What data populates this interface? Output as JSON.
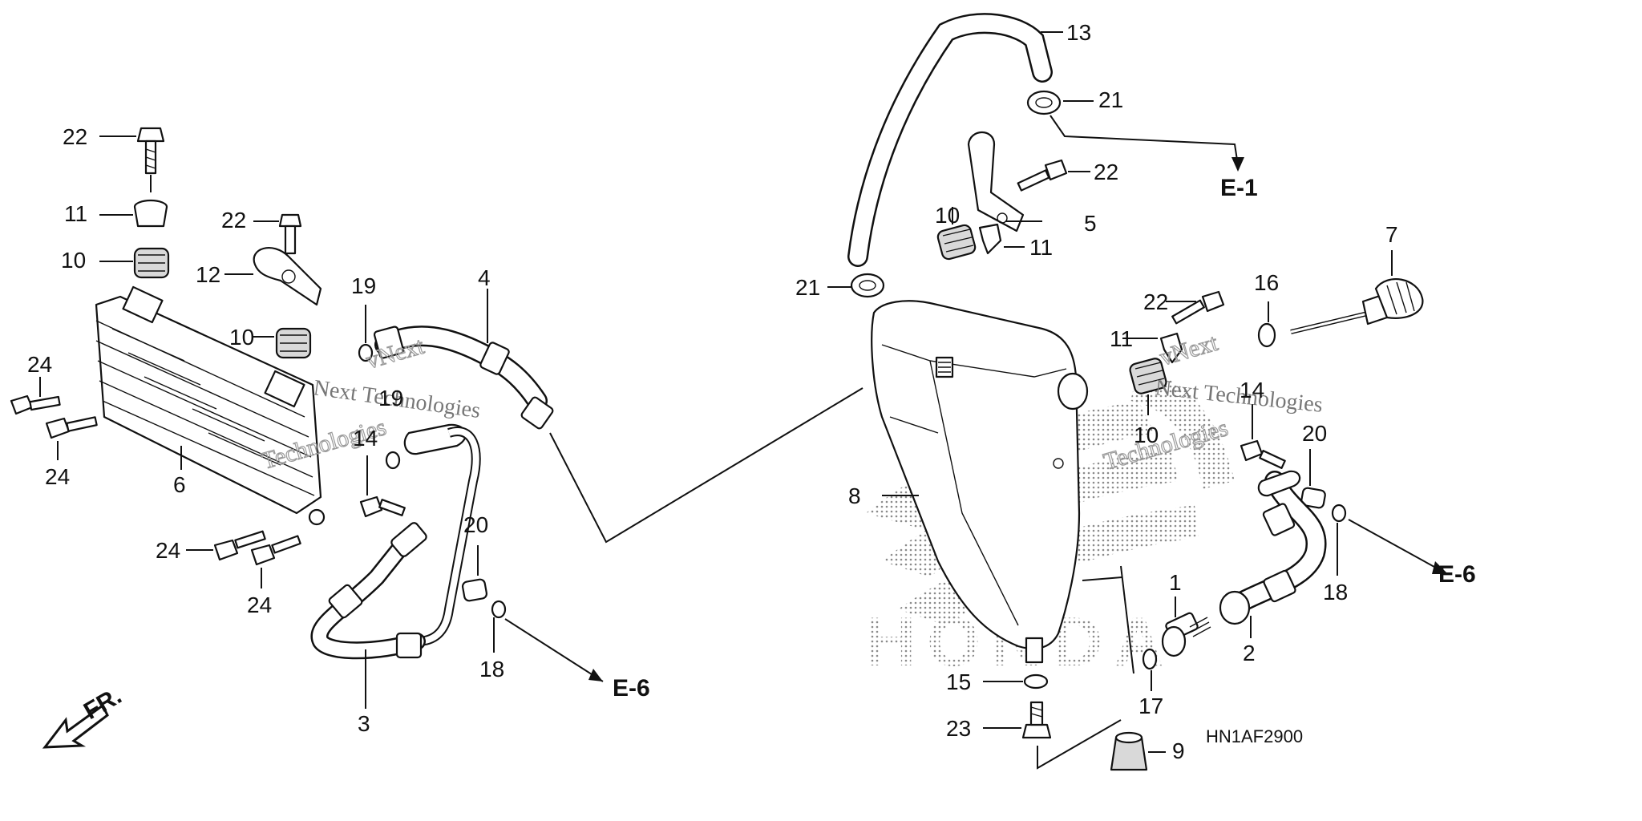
{
  "diagram": {
    "part_labels": {
      "p1": "1",
      "p2": "2",
      "p3": "3",
      "p4": "4",
      "p5": "5",
      "p6": "6",
      "p7": "7",
      "p8": "8",
      "p9": "9",
      "p10a": "10",
      "p10b": "10",
      "p10c": "10",
      "p10d": "10",
      "p11a": "11",
      "p11b": "11",
      "p11c": "11",
      "p12": "12",
      "p13": "13",
      "p14a": "14",
      "p14b": "14",
      "p15": "15",
      "p16": "16",
      "p17": "17",
      "p18a": "18",
      "p18b": "18",
      "p19a": "19",
      "p19b": "19",
      "p20a": "20",
      "p20b": "20",
      "p21a": "21",
      "p21b": "21",
      "p22a": "22",
      "p22b": "22",
      "p22c": "22",
      "p22d": "22",
      "p23": "23",
      "p24a": "24",
      "p24b": "24",
      "p24c": "24",
      "p24d": "24"
    },
    "references": {
      "e1": "E-1",
      "e6a": "E-6",
      "e6b": "E-6"
    },
    "front_marker": "FR.",
    "diagram_code": "HN1AF2900",
    "watermarks": {
      "brand_a": "vNext",
      "brand_b": "vNext",
      "company_a": "Next Technologies",
      "company_b": "Next Technologies",
      "big_a": "Technologies",
      "big_b": "Technologies",
      "logo": "HONDA"
    }
  }
}
